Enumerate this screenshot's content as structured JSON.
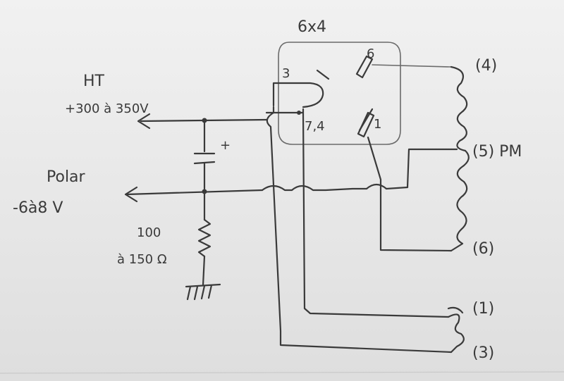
{
  "tube_label": "6x4",
  "pins": {
    "p3": "3",
    "p74": "7,4",
    "p6": "6",
    "p1": "1"
  },
  "ht": {
    "name": "HT",
    "value": "+300 à 350V"
  },
  "polar": {
    "name": "Polar",
    "value": "-6à8 V"
  },
  "resistor": {
    "value": "100",
    "unit": "à 150 Ω"
  },
  "cap_plus": "+",
  "winding_labels": {
    "w4": "(4)",
    "w5": "(5) PM",
    "w6": "(6)",
    "w1": "(1)",
    "w3": "(3)"
  }
}
